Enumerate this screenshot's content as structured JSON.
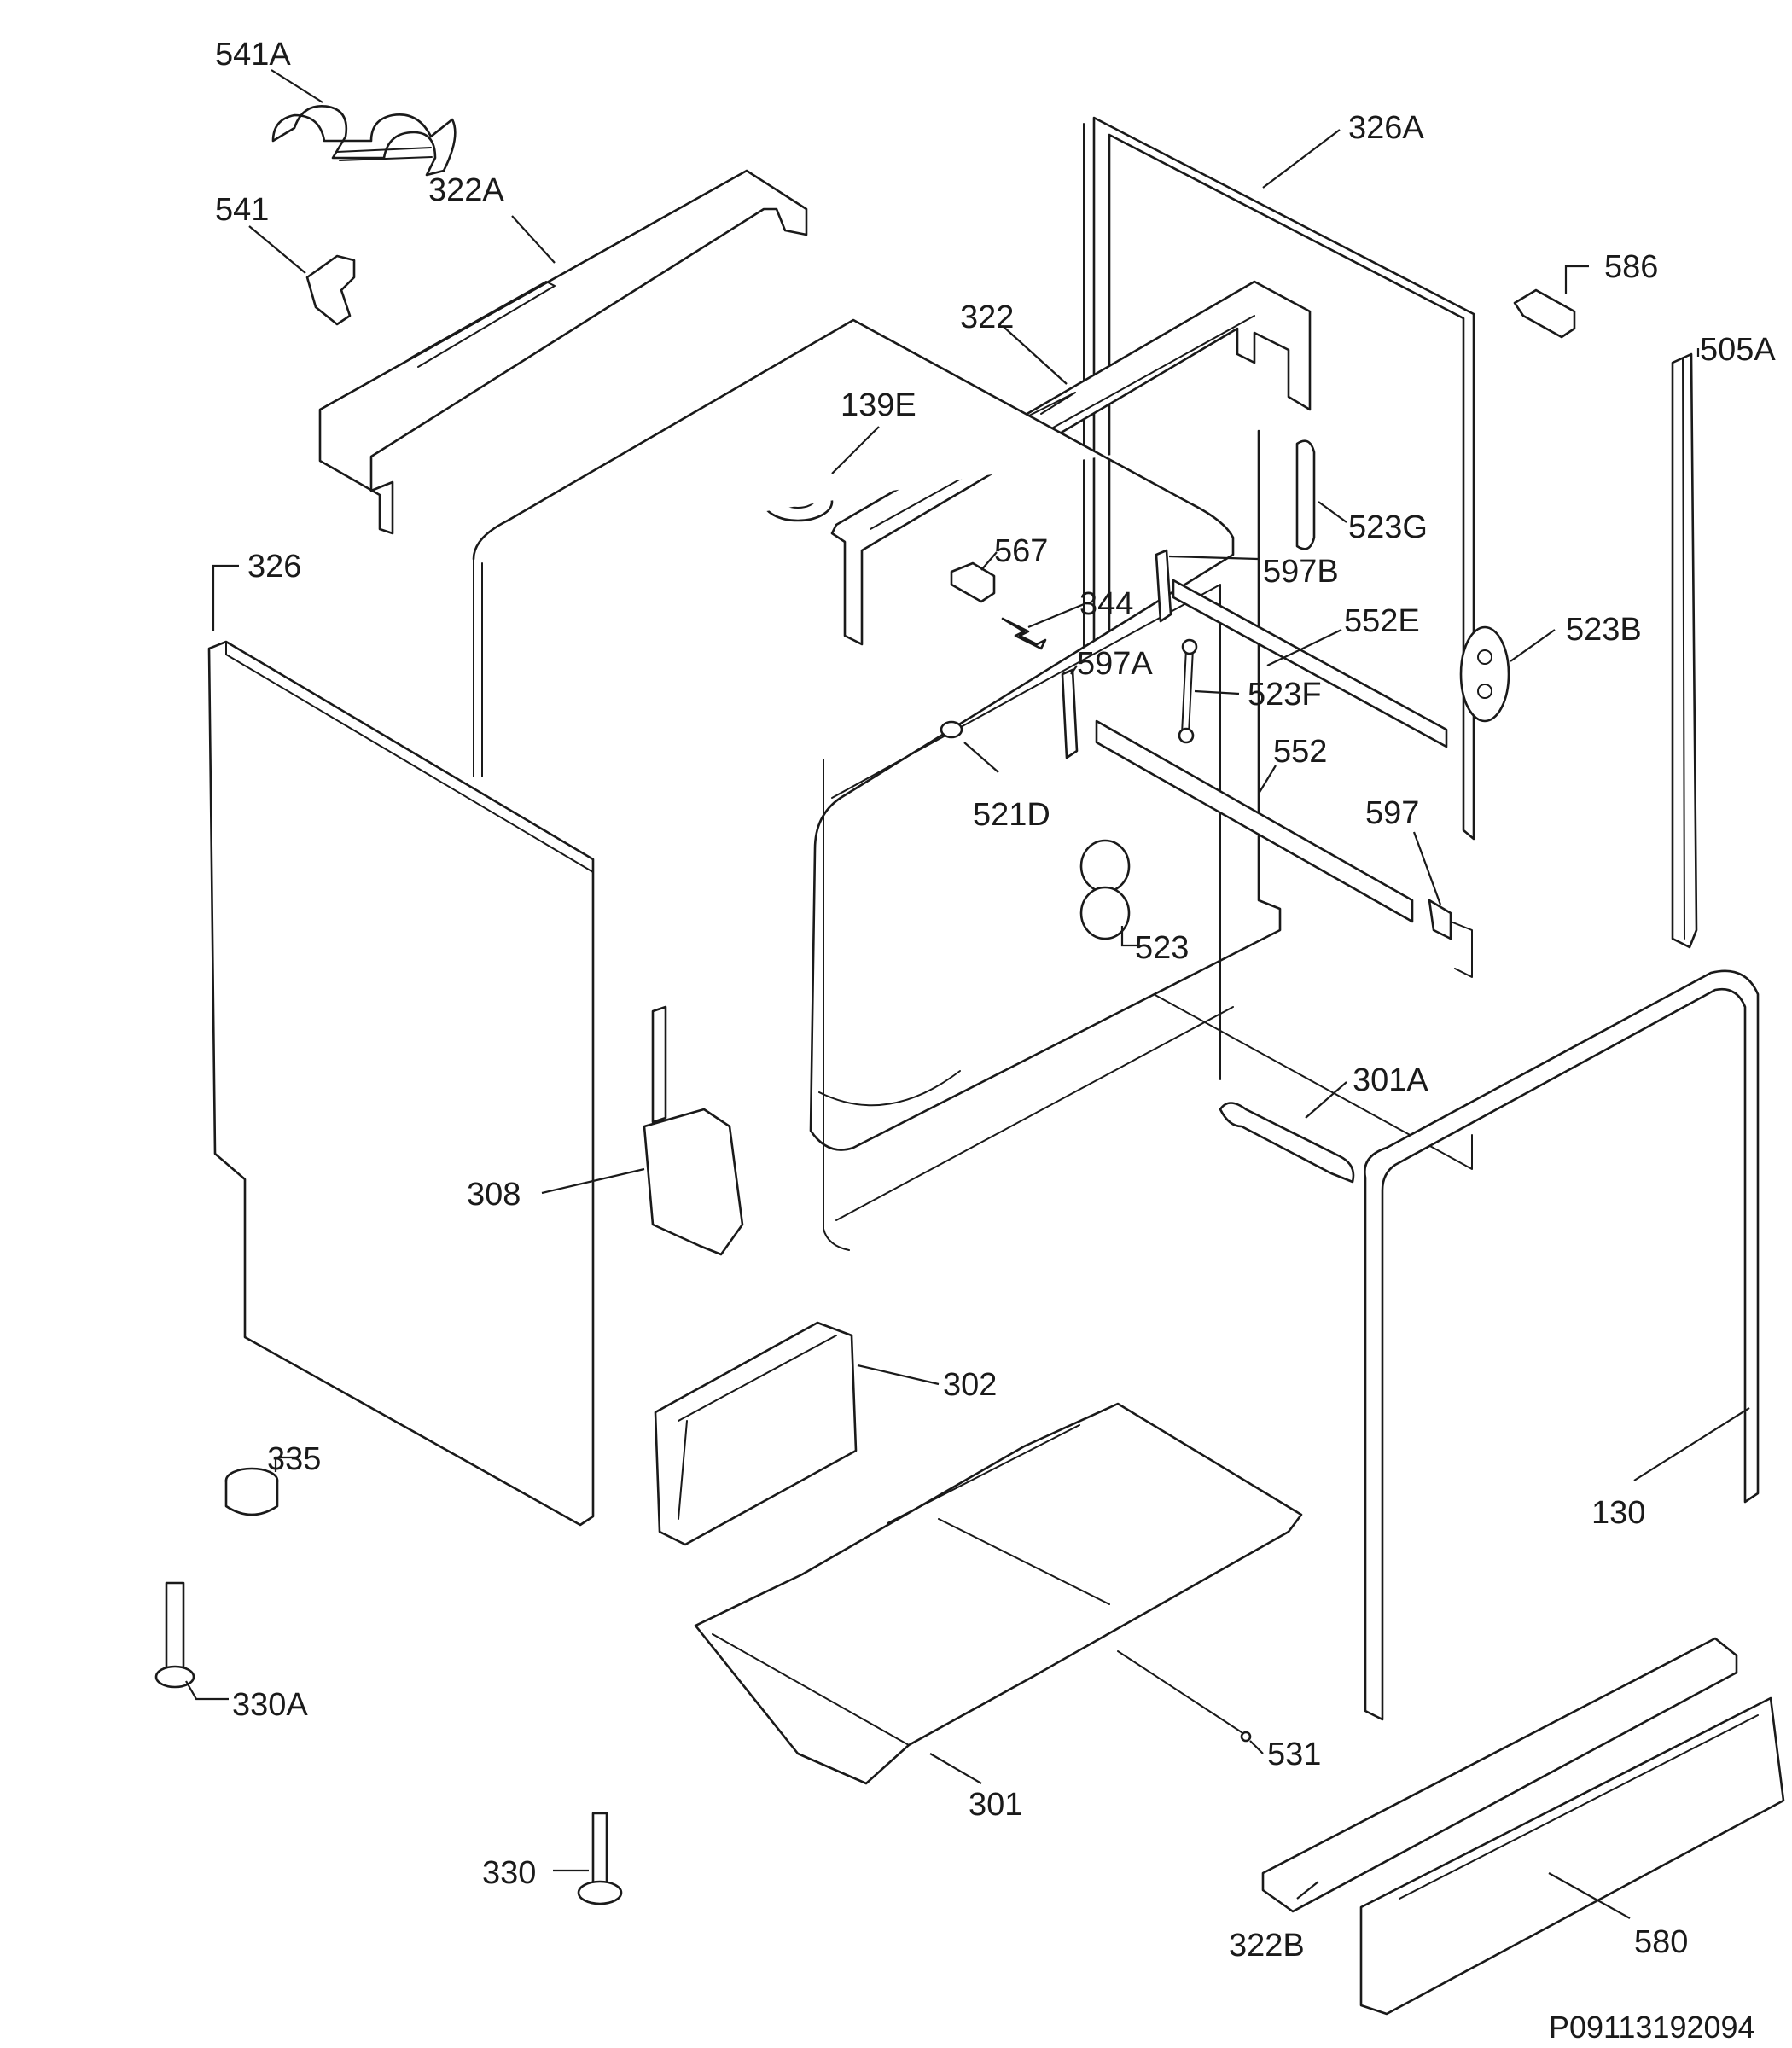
{
  "diagram_title": "",
  "reference_code": "P09113192094",
  "callouts": [
    {
      "id": "541A",
      "label": "541A"
    },
    {
      "id": "541",
      "label": "541"
    },
    {
      "id": "322A",
      "label": "322A"
    },
    {
      "id": "326A",
      "label": "326A"
    },
    {
      "id": "586",
      "label": "586"
    },
    {
      "id": "505A",
      "label": "505A"
    },
    {
      "id": "322",
      "label": "322"
    },
    {
      "id": "139E",
      "label": "139E"
    },
    {
      "id": "523G",
      "label": "523G"
    },
    {
      "id": "326",
      "label": "326"
    },
    {
      "id": "567",
      "label": "567"
    },
    {
      "id": "597B",
      "label": "597B"
    },
    {
      "id": "344",
      "label": "344"
    },
    {
      "id": "552E",
      "label": "552E"
    },
    {
      "id": "523B",
      "label": "523B"
    },
    {
      "id": "597A",
      "label": "597A"
    },
    {
      "id": "523F",
      "label": "523F"
    },
    {
      "id": "552",
      "label": "552"
    },
    {
      "id": "521D",
      "label": "521D"
    },
    {
      "id": "597",
      "label": "597"
    },
    {
      "id": "523",
      "label": "523"
    },
    {
      "id": "301A",
      "label": "301A"
    },
    {
      "id": "308",
      "label": "308"
    },
    {
      "id": "302",
      "label": "302"
    },
    {
      "id": "335",
      "label": "335"
    },
    {
      "id": "130",
      "label": "130"
    },
    {
      "id": "330A",
      "label": "330A"
    },
    {
      "id": "531",
      "label": "531"
    },
    {
      "id": "301",
      "label": "301"
    },
    {
      "id": "330",
      "label": "330"
    },
    {
      "id": "322B",
      "label": "322B"
    },
    {
      "id": "580",
      "label": "580"
    }
  ]
}
